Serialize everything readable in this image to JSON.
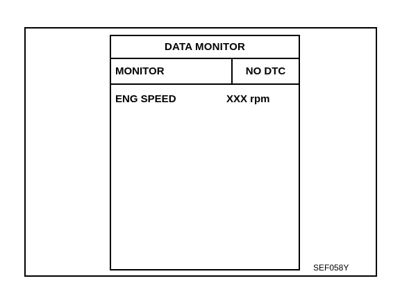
{
  "screen": {
    "title": "DATA MONITOR",
    "header": {
      "left_label": "MONITOR",
      "right_label": "NO DTC"
    },
    "items": [
      {
        "name": "ENG SPEED",
        "value": "XXX rpm"
      }
    ]
  },
  "figure_code": "SEF058Y"
}
